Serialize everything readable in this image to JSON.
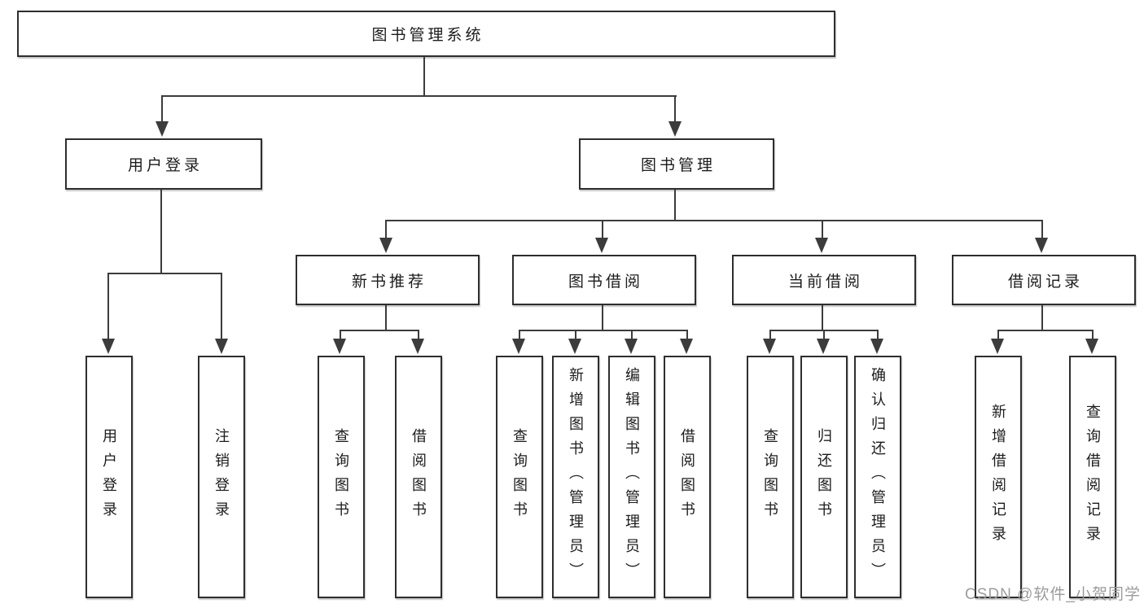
{
  "tree": {
    "root": {
      "label": "图书管理系统"
    },
    "user_login": {
      "label": "用户登录",
      "children": {
        "login": {
          "label": "用户登录"
        },
        "logout": {
          "label": "注销登录"
        }
      }
    },
    "book_mgmt": {
      "label": "图书管理",
      "children": {
        "new_books": {
          "label": "新书推荐",
          "children": {
            "query_books": {
              "label": "查询图书"
            },
            "borrow_books": {
              "label": "借阅图书"
            }
          }
        },
        "borrowing": {
          "label": "图书借阅",
          "children": {
            "query_books": {
              "label": "查询图书"
            },
            "add_books": {
              "label": "新增图书（管理员）"
            },
            "edit_books": {
              "label": "编辑图书（管理员）"
            },
            "borrow_books": {
              "label": "借阅图书"
            }
          }
        },
        "current": {
          "label": "当前借阅",
          "children": {
            "query_books": {
              "label": "查询图书"
            },
            "return_books": {
              "label": "归还图书"
            },
            "confirm_return": {
              "label": "确认归还（管理员）"
            }
          }
        },
        "records": {
          "label": "借阅记录",
          "children": {
            "add_record": {
              "label": "新增借阅记录"
            },
            "query_record": {
              "label": "查询借阅记录"
            }
          }
        }
      }
    }
  },
  "watermark": {
    "text": "CSDN @软件_小贺同学"
  },
  "colors": {
    "line": "#3c3c3c",
    "box_border": "#2e2e2e",
    "text": "#1c1c1c",
    "watermark": "#9c9c9c",
    "background": "#ffffff"
  }
}
